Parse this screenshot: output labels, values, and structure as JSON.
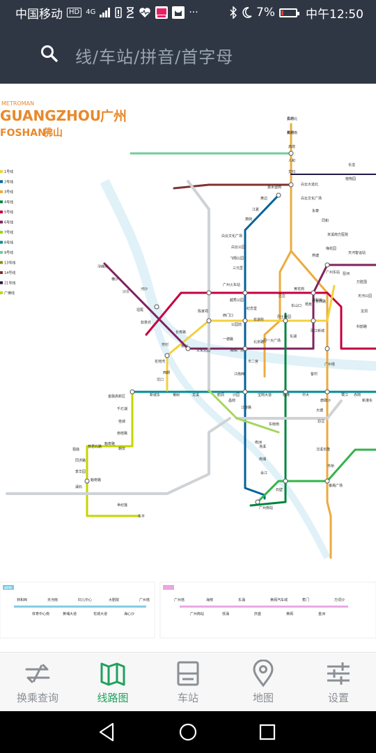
{
  "status": {
    "carrier": "中国移动",
    "hd": "HD",
    "network": "4G",
    "battery_percent": "7%",
    "time": "中午12:50",
    "more": "···"
  },
  "search": {
    "placeholder": "线/车站/拼音/首字母"
  },
  "map": {
    "brand": "METROMAN",
    "title_guangzhou": "GUANGZHOU",
    "title_guangzhou_cn": "广州",
    "title_foshan": "FOSHAN",
    "title_foshan_cn": "佛山",
    "legend": [
      {
        "label": "1号线",
        "color": "#f3d03e"
      },
      {
        "label": "2号线",
        "color": "#00629b"
      },
      {
        "label": "3号线",
        "color": "#ecab3f"
      },
      {
        "label": "4号线",
        "color": "#00843d"
      },
      {
        "label": "5号线",
        "color": "#c5003e"
      },
      {
        "label": "6号线",
        "color": "#80225f"
      },
      {
        "label": "7号线",
        "color": "#97d700"
      },
      {
        "label": "8号线",
        "color": "#008c95"
      },
      {
        "label": "9号线",
        "color": "#71cc98"
      },
      {
        "label": "13号线",
        "color": "#8e8c13"
      },
      {
        "label": "14号线",
        "color": "#81312f"
      },
      {
        "label": "21号线",
        "color": "#201747"
      },
      {
        "label": "广佛线",
        "color": "#c4d600"
      }
    ],
    "stations": [
      {
        "name": "机场北"
      },
      {
        "name": "机场南"
      },
      {
        "name": "高增"
      },
      {
        "name": "人和"
      },
      {
        "name": "龙归"
      },
      {
        "name": "嘉禾望岗"
      },
      {
        "name": "白云大道北"
      },
      {
        "name": "白云文化广场"
      },
      {
        "name": "永泰"
      },
      {
        "name": "同和"
      },
      {
        "name": "京溪南方医院"
      },
      {
        "name": "梅花园"
      },
      {
        "name": "燕塘"
      },
      {
        "name": "天河客运站"
      },
      {
        "name": "黄边"
      },
      {
        "name": "江夏"
      },
      {
        "name": "萧岗"
      },
      {
        "name": "白云文化广场"
      },
      {
        "name": "白云公园"
      },
      {
        "name": "飞翔公园"
      },
      {
        "name": "三元里"
      },
      {
        "name": "广州火车站"
      },
      {
        "name": "越秀公园"
      },
      {
        "name": "纪念堂"
      },
      {
        "name": "公园前"
      },
      {
        "name": "海珠广场"
      },
      {
        "name": "市二宫"
      },
      {
        "name": "江南西"
      },
      {
        "name": "昌岗"
      },
      {
        "name": "江泰路"
      },
      {
        "name": "东晓南"
      },
      {
        "name": "南洲"
      },
      {
        "name": "洛溪"
      },
      {
        "name": "南浦"
      },
      {
        "name": "会江"
      },
      {
        "name": "石壁"
      },
      {
        "name": "广州南站"
      },
      {
        "name": "体育西路"
      },
      {
        "name": "珠江新城"
      },
      {
        "name": "广州塔"
      },
      {
        "name": "客村"
      },
      {
        "name": "大塘"
      },
      {
        "name": "沥滘"
      },
      {
        "name": "汉溪长隆"
      },
      {
        "name": "市桥"
      },
      {
        "name": "番禺广场"
      },
      {
        "name": "西朗"
      },
      {
        "name": "坑口"
      },
      {
        "name": "花地湾"
      },
      {
        "name": "芳村"
      },
      {
        "name": "黄沙"
      },
      {
        "name": "长寿路"
      },
      {
        "name": "陈家祠"
      },
      {
        "name": "西门口"
      },
      {
        "name": "农讲所"
      },
      {
        "name": "烈士陵园"
      },
      {
        "name": "东山口"
      },
      {
        "name": "杨箕"
      },
      {
        "name": "林和西"
      },
      {
        "name": "广州东站"
      },
      {
        "name": "浔峰岗"
      },
      {
        "name": "横沙"
      },
      {
        "name": "沙贝"
      },
      {
        "name": "河沙"
      },
      {
        "name": "坦尾"
      },
      {
        "name": "如意坊"
      },
      {
        "name": "文化公园"
      },
      {
        "name": "一德路"
      },
      {
        "name": "北京路"
      },
      {
        "name": "团一大广场"
      },
      {
        "name": "东湖"
      },
      {
        "name": "区庄"
      },
      {
        "name": "黄花岗"
      },
      {
        "name": "天河公园"
      },
      {
        "name": "金融高新区"
      },
      {
        "name": "千灯湖"
      },
      {
        "name": "桂城"
      },
      {
        "name": "南桂路"
      },
      {
        "name": "魁奇路"
      },
      {
        "name": "祖庙"
      },
      {
        "name": "普君北路"
      },
      {
        "name": "朝安"
      },
      {
        "name": "同济路"
      },
      {
        "name": "季华园"
      },
      {
        "name": "魁奇路"
      },
      {
        "name": "澜石"
      },
      {
        "name": "世纪莲"
      },
      {
        "name": "东平"
      },
      {
        "name": "新城东"
      },
      {
        "name": "菊树"
      },
      {
        "name": "龙溪"
      },
      {
        "name": "鹤洞"
      },
      {
        "name": "沙园"
      },
      {
        "name": "宝岗大道"
      },
      {
        "name": "晓港"
      },
      {
        "name": "中大"
      },
      {
        "name": "鹭江"
      },
      {
        "name": "赤岗"
      },
      {
        "name": "磨碟沙"
      },
      {
        "name": "新港东"
      },
      {
        "name": "琶洲"
      },
      {
        "name": "万胜围"
      },
      {
        "name": "长湴"
      },
      {
        "name": "植物园"
      },
      {
        "name": "龙洞"
      },
      {
        "name": "科韵路"
      },
      {
        "name": "员村"
      },
      {
        "name": "黄村"
      }
    ],
    "apm_title": "APM",
    "apm_stations": [
      {
        "name": "林和西"
      },
      {
        "name": "体育中心南"
      },
      {
        "name": "天河南"
      },
      {
        "name": "黄埔大道"
      },
      {
        "name": "妇儿中心"
      },
      {
        "name": "花城大道"
      },
      {
        "name": "大剧院"
      },
      {
        "name": "海心沙"
      },
      {
        "name": "广州塔"
      }
    ],
    "thirteen_stations": [
      {
        "name": "广州塔"
      },
      {
        "name": "广州南站"
      },
      {
        "name": "海傍"
      },
      {
        "name": "低涌"
      },
      {
        "name": "东涌"
      },
      {
        "name": "庆盛"
      },
      {
        "name": "黄阁汽车城"
      },
      {
        "name": "黄阁"
      },
      {
        "name": "蕉门"
      },
      {
        "name": "金洲"
      },
      {
        "name": "万顷沙"
      }
    ]
  },
  "tabs": [
    {
      "label": "换乘查询",
      "icon": "transfer-icon",
      "active": false
    },
    {
      "label": "线路图",
      "icon": "map-icon",
      "active": true
    },
    {
      "label": "车站",
      "icon": "train-icon",
      "active": false
    },
    {
      "label": "地图",
      "icon": "location-pin-icon",
      "active": false
    },
    {
      "label": "设置",
      "icon": "settings-sliders-icon",
      "active": false
    }
  ],
  "colors": {
    "header_bg": "#2f3744",
    "accent_green": "#1fa15e",
    "tab_inactive": "#8a8f96"
  }
}
